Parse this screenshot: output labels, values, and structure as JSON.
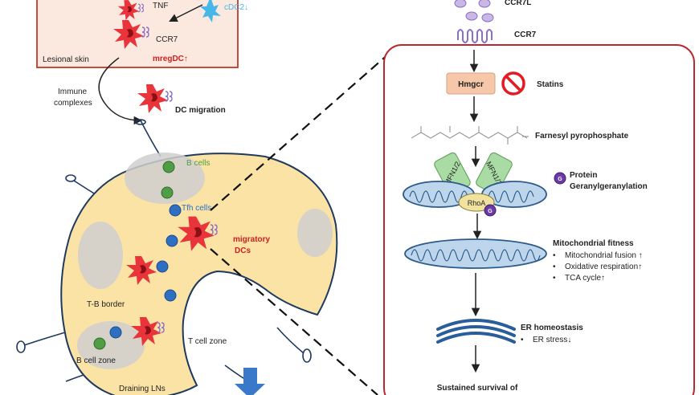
{
  "colors": {
    "skin_bg": "#fbe9df",
    "skin_border": "#c0392b",
    "ln_fill": "#fbe3a6",
    "ln_stroke": "#1f3a5f",
    "dc_red": "#e8343a",
    "mreg_red": "#cc1f1f",
    "cdc2_blue": "#47b6e8",
    "receptor_purple": "#8d6fc7",
    "b_cell_green": "#4f9e46",
    "tfh_blue": "#2f6fc2",
    "panel_border": "#b8282e",
    "hmgcr_fill": "#f6c7a8",
    "mfn_green": "#a9dca4",
    "mito_fill": "#bdd6ec",
    "mito_stroke": "#2c5a8a",
    "er_blue": "#2a5e9a",
    "arrow_blue": "#3a78c9"
  },
  "left": {
    "tnf": "TNF",
    "cdc2": "cDC2↓",
    "ccr7": "CCR7",
    "lesional_skin": "Lesional skin",
    "mregdc": "mregDC↑",
    "immune_complexes_1": "Immune",
    "immune_complexes_2": "complexes",
    "dc_migration": "DC migration",
    "b_cells": "B cells",
    "tfh_cells": "Tfh cells",
    "migratory_dcs_1": "migratory",
    "migratory_dcs_2": "DCs",
    "tb_border": "T-B border",
    "t_cell_zone": "T cell zone",
    "b_cell_zone": "B cell zone",
    "draining_lns": "Draining LNs"
  },
  "right": {
    "ccr7l": "CCR7L",
    "ccr7": "CCR7",
    "hmgcr": "Hmgcr",
    "statins": "Statins",
    "farnesyl": "Farnesyl pyrophosphate",
    "mfn_left": "MFN1/2",
    "mfn_right": "MFN1/2",
    "g_letter": "G",
    "protein": "Protein",
    "geranyl": "Geranylgeranylation",
    "rhoa": "RhoA",
    "mito_title": "Mitochondrial fitness",
    "mito_items": [
      "Mitochondrial fusion ↑",
      "Oxidative respiration↑",
      "TCA cycle↑"
    ],
    "er_title": "ER homeostasis",
    "er_item": "ER stress↓",
    "survival": "Sustained survival of"
  }
}
